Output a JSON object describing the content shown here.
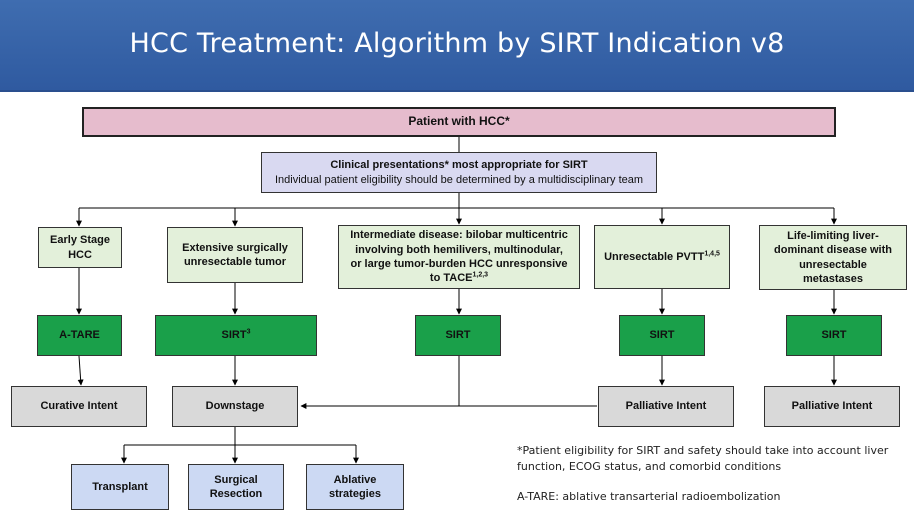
{
  "title": "HCC Treatment: Algorithm by SIRT Indication v8",
  "patient": "Patient with HCC*",
  "clinical": {
    "line1": "Clinical presentations* most appropriate for SIRT",
    "line2": "Individual patient eligibility should be determined by a multidisciplinary team"
  },
  "columns": [
    {
      "presentation": "Early Stage HCC",
      "treatment": "A-TARE",
      "outcome": "Curative Intent"
    },
    {
      "presentation": "Extensive surgically unresectable tumor",
      "treatment": "SIRT",
      "treatment_sup": "3",
      "outcome": "Downstage"
    },
    {
      "presentation": "Intermediate disease: bilobar multicentric involving both hemilivers, multinodular, or large tumor-burden HCC unresponsive to TACE",
      "presentation_sup": "1,2,3",
      "treatment": "SIRT"
    },
    {
      "presentation": "Unresectable PVTT",
      "presentation_sup": "1,4,5",
      "treatment": "SIRT",
      "outcome": "Palliative Intent"
    },
    {
      "presentation": "Life-limiting liver-dominant disease with unresectable metastases",
      "treatment": "SIRT",
      "outcome": "Palliative Intent"
    }
  ],
  "downstage_options": [
    "Transplant",
    "Surgical Resection",
    "Ablative strategies"
  ],
  "notes": {
    "eligibility": "*Patient eligibility for SIRT and safety should take into account liver function, ECOG status, and comorbid conditions",
    "atare": "A-TARE: ablative transarterial radioembolization"
  },
  "colors": {
    "banner": "#3566ad",
    "patient_box": "#e6bccd",
    "clinical_box": "#d9d9f1",
    "presentation_box": "#e3f0da",
    "treatment_box": "#1aa04a",
    "outcome_box": "#d9d9d9",
    "option_box": "#ccd9f3"
  }
}
